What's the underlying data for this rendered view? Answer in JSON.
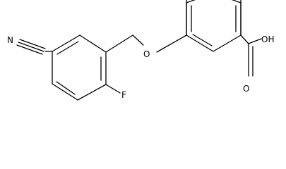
{
  "molecule": {
    "atoms": {
      "nitrile_n": "N",
      "fluorine": "F",
      "ether_o": "O",
      "hydroxyl": "OH",
      "carbonyl_o": "O"
    },
    "colors": {
      "bond": "#000000",
      "text": "#000000",
      "background": "#ffffff"
    }
  }
}
